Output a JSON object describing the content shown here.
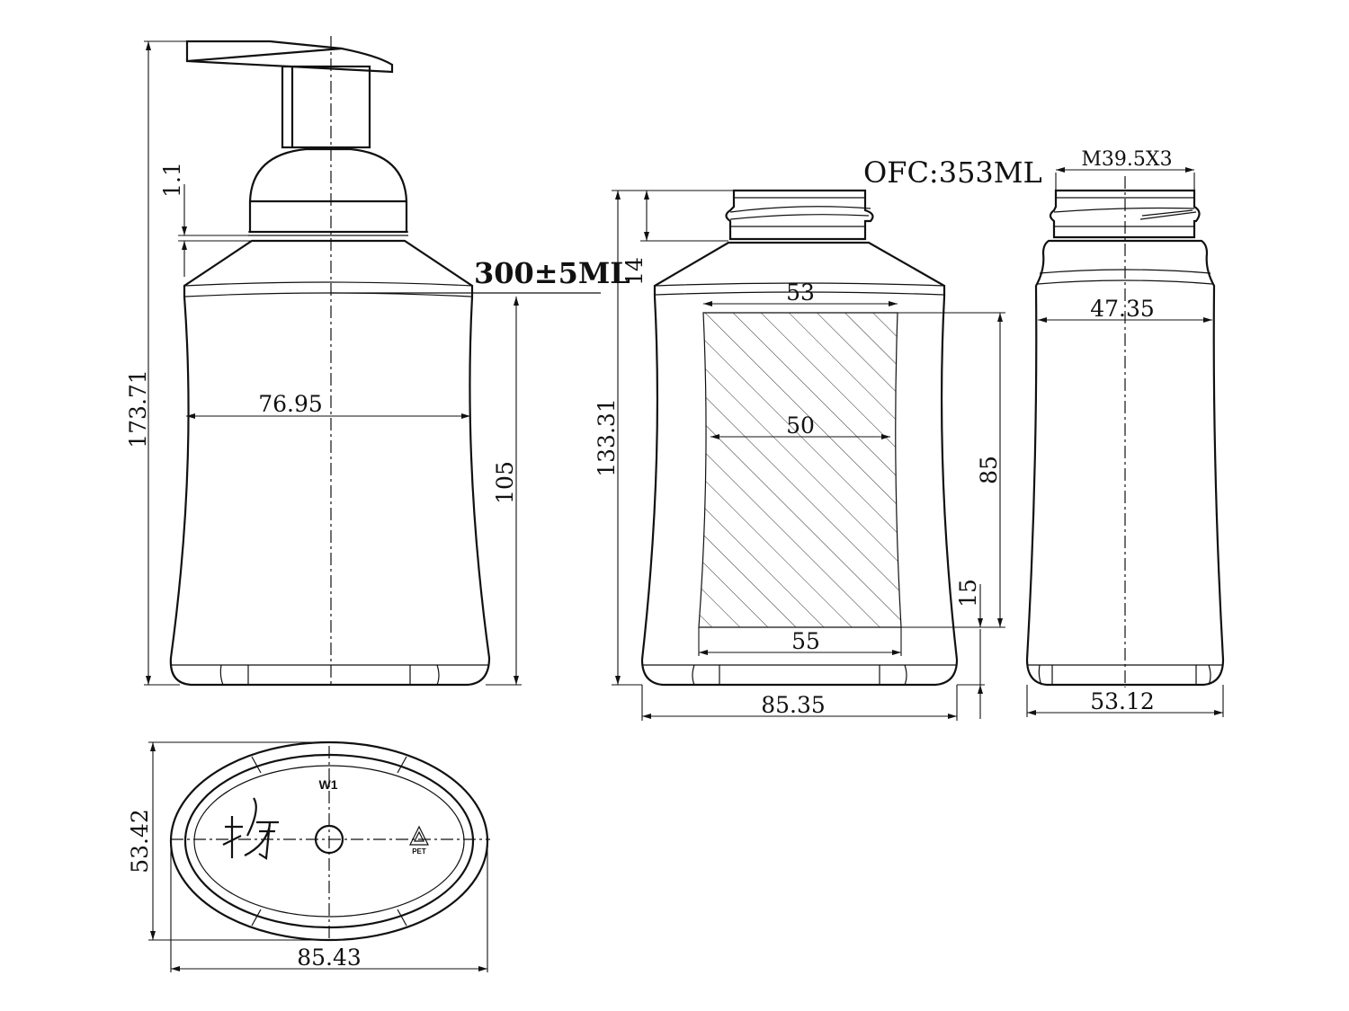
{
  "labels": {
    "capacity": "300±5ML",
    "ofc": "OFC:353ML",
    "thread": "M39.5X3",
    "mold_mark": "W1",
    "material": "PET"
  },
  "dimensions": {
    "total_height": "173.71",
    "pump_gap": "1.1",
    "front_width": "76.95",
    "fill_height": "105",
    "body_height": "133.31",
    "neck_height": "14",
    "label_top": "53",
    "label_mid": "50",
    "label_bottom": "55",
    "label_height": "85",
    "label_offset": "15",
    "body_width": "85.35",
    "side_width": "47.35",
    "side_base": "53.12",
    "oval_depth": "53.42",
    "oval_width": "85.43"
  }
}
